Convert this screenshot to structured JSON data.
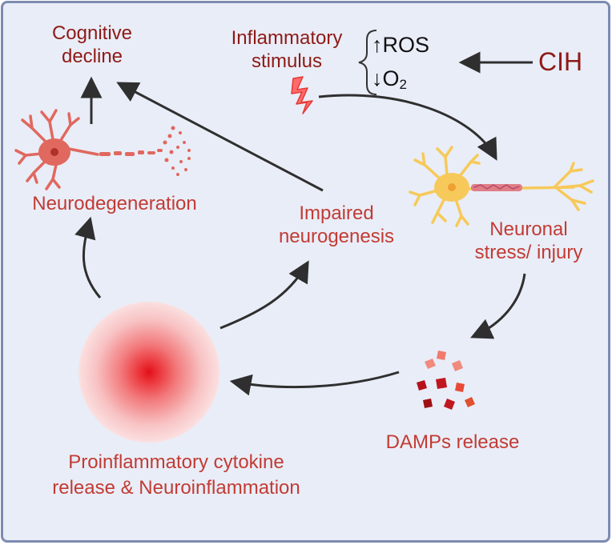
{
  "labels": {
    "cognitive_line1": "Cognitive",
    "cognitive_line2": "decline",
    "inflammatory_line1": "Inflammatory",
    "inflammatory_line2": "stimulus",
    "ros": "↑ROS",
    "o2_arrow": "↓O",
    "o2_sub": "2",
    "cih": "CIH",
    "neurodegeneration": "Neurodegeneration",
    "impaired_line1": "Impaired",
    "impaired_line2": "neurogenesis",
    "neuronal_line1": "Neuronal",
    "neuronal_line2": "stress/ injury",
    "damps": "DAMPs release",
    "cytokine_line1": "Proinflammatory cytokine",
    "cytokine_line2": "release & Neuroinflammation"
  },
  "colors": {
    "background": "#e9edf7",
    "border": "#7d8bb1",
    "label_red": "#c23b34",
    "label_dark_red": "#8e1a16",
    "arrow": "#2f2f2f",
    "neuron_red": "#e0685f",
    "neuron_yellow": "#f7c95a",
    "inflammation_core": "#e01019"
  },
  "icons": [
    "damaged-neuron-icon",
    "stressed-neuron-icon",
    "lightning-bolt-icon",
    "damps-fragments-icon",
    "inflammation-glow-icon"
  ]
}
